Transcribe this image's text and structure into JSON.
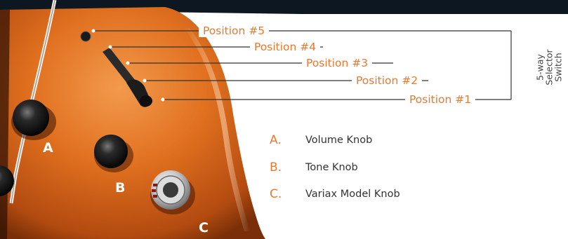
{
  "selector": {
    "positions": [
      "Position #5",
      "Position #4",
      "Position #3",
      "Position #2",
      "Position #1"
    ],
    "caption_lines": [
      "5-way",
      "Selector",
      "Switch"
    ]
  },
  "knob_letters": {
    "a": "A",
    "b": "B",
    "c": "C"
  },
  "legend": [
    {
      "letter": "A.",
      "text": "Volume Knob"
    },
    {
      "letter": "B.",
      "text": "Tone Knob"
    },
    {
      "letter": "C.",
      "text": "Variax Model Knob"
    }
  ],
  "colors": {
    "accent": "#e8792e",
    "body_orange": "#d8641c",
    "background_dark": "#0c1721",
    "leader_line": "#333333"
  }
}
